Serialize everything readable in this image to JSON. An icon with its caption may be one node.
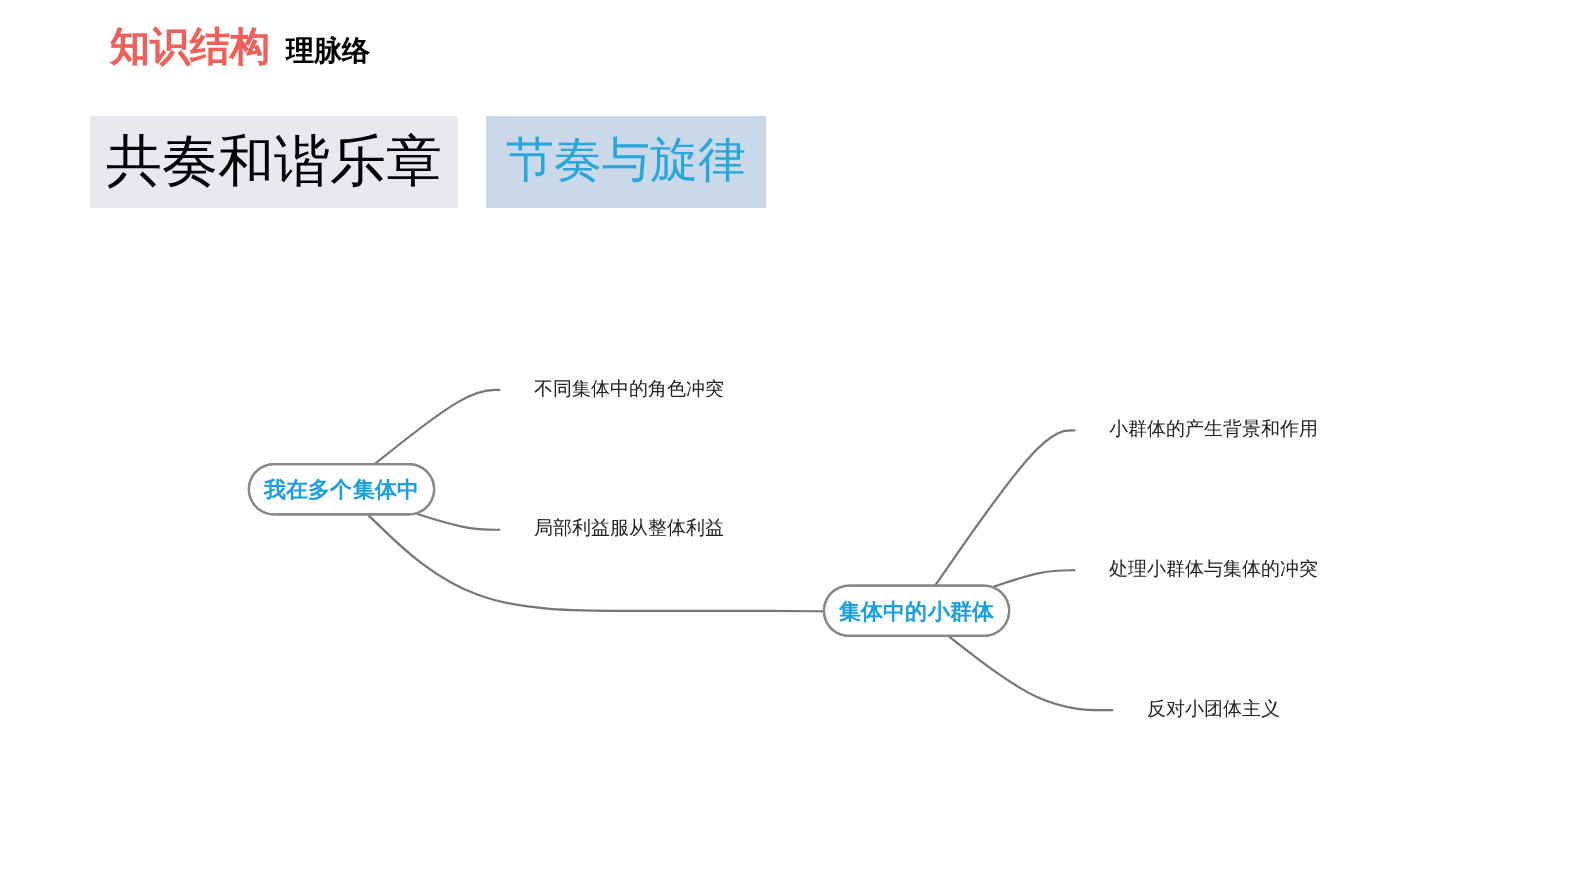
{
  "diagram": {
    "nodes": [
      {
        "text": [
          "我在多个集体中"
        ]
      },
      {
        "text": [
          "不同集体中的角色冲突"
        ]
      },
      {
        "text": [
          "局部利益服从整体利益"
        ]
      },
      {
        "text": [
          "集体中的小群体"
        ]
      },
      {
        "text": [
          "小群体的产生背景和作用"
        ]
      },
      {
        "text": [
          "处理小群体与集体的冲突"
        ]
      },
      {
        "text": [
          "反对小团体主义"
        ]
      }
    ],
    "edges": [
      {
        "from": 0,
        "to": 3,
        "arrow": "none"
      },
      {
        "from": 0,
        "to": 1,
        "arrow": "none"
      },
      {
        "from": 0,
        "to": 2,
        "arrow": "none"
      },
      {
        "from": 3,
        "to": 4,
        "arrow": "none"
      },
      {
        "from": 3,
        "to": 5,
        "arrow": "none"
      },
      {
        "from": 3,
        "to": 6,
        "arrow": "none"
      }
    ],
    "labels": [
      "知识结构",
      "理脉络",
      "共奏和谐乐章",
      "节奏与旋律"
    ]
  }
}
